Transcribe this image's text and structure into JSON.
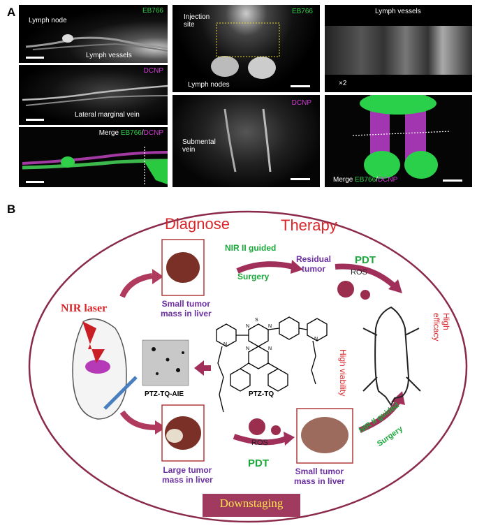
{
  "panel_a": {
    "letter": "A",
    "p1": {
      "label_channel": "EB766",
      "lymph_node": "Lymph node",
      "lymph_vessels": "Lymph vessels"
    },
    "p2": {
      "label_channel": "DCNP",
      "vein": "Lateral marginal vein"
    },
    "p3": {
      "merge": "Merge",
      "ch1": "EB766",
      "slash": "/",
      "ch2": "DCNP"
    },
    "p4": {
      "injection": "Injection\nsite",
      "label_channel": "EB766",
      "lymph_nodes": "Lymph nodes"
    },
    "p5": {
      "label_channel": "DCNP",
      "submental": "Submental\nvein"
    },
    "p6": {
      "lymph_vessels": "Lymph vessels",
      "zoom": "×2"
    },
    "p7": {
      "merge": "Merge",
      "ch1": "EB766",
      "slash": "/",
      "ch2": "DCNP"
    }
  },
  "panel_b": {
    "letter": "B",
    "diagnose": "Diagnose",
    "therapy": "Therapy",
    "nir_laser": "NIR laser",
    "nir_guided_top": "NIR II guided",
    "surgery_top": "Surgery",
    "residual_tumor": "Residual\ntumor",
    "pdt_top": "PDT",
    "ros_top": "ROS",
    "small_tumor_top": "Small tumor\nmass in liver",
    "high_viability": "High viability",
    "high_efficacy": "High efficacy",
    "ptz_tq_aie": "PTZ-TQ-AIE",
    "ptz_tq": "PTZ-TQ",
    "large_tumor": "Large tumor\nmass in liver",
    "ros_bottom": "ROS",
    "pdt_bottom": "PDT",
    "small_tumor_bottom": "Small tumor\nmass in liver",
    "nir_guided_bottom": "NIR II guided",
    "surgery_bottom": "Surgery",
    "downstaging": "Downstaging",
    "molecule_atoms": {
      "s": "S",
      "n1": "N",
      "n2": "N",
      "n3": "N",
      "n4": "N",
      "n5": "N",
      "n6": "N"
    }
  },
  "colors": {
    "purple": "#6b2fa0",
    "green": "#1aa83a",
    "red": "#d9262b",
    "arrow": "#a0305a",
    "oval": "#8a2a48",
    "banner": "#a03a5e"
  }
}
